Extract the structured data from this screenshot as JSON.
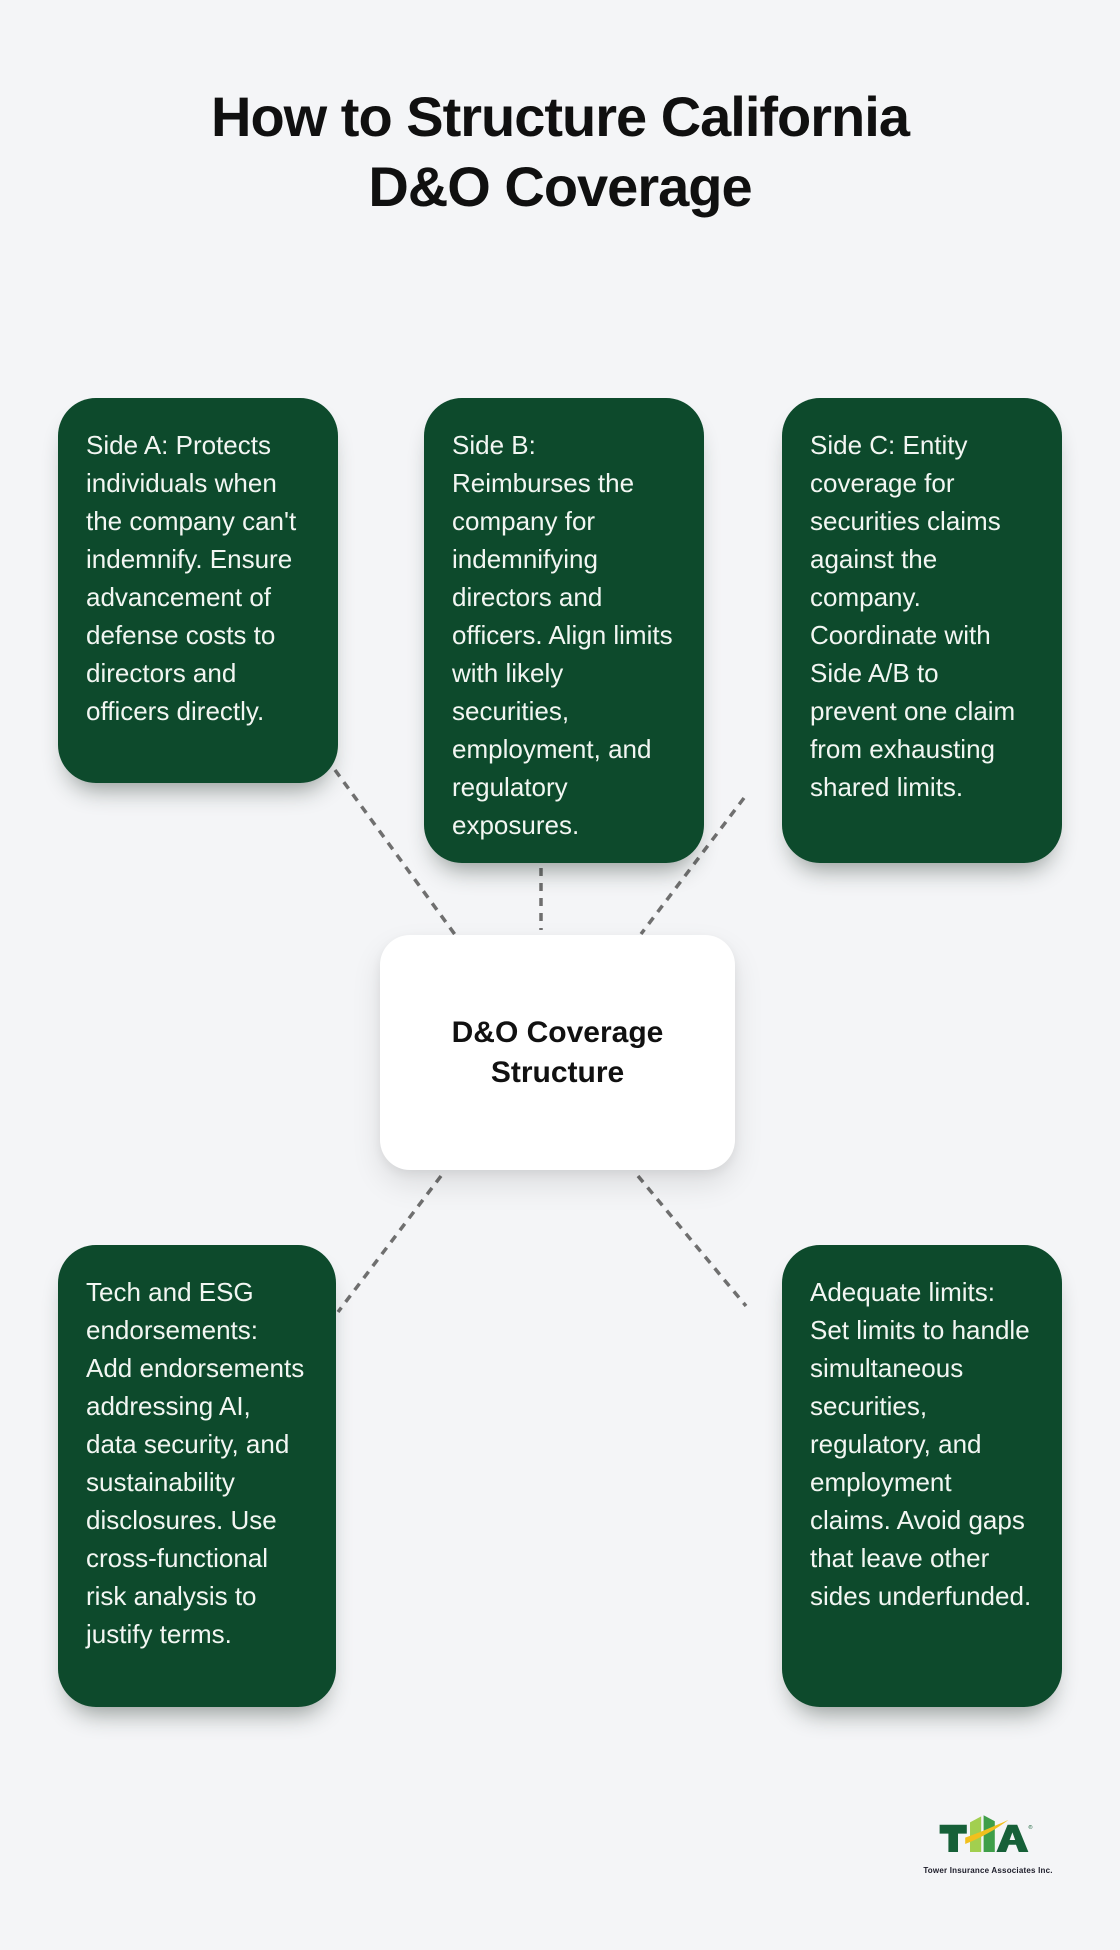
{
  "title": "How to Structure California D&O Coverage",
  "center": {
    "label": "D&O Coverage Structure"
  },
  "nodes": [
    {
      "id": "side-a",
      "text": "Side A: Protects individuals when the company can't indemnify. Ensure advancement of defense costs to directors and officers directly."
    },
    {
      "id": "side-b",
      "text": "Side B: Reimburses the company for indemnifying directors and officers. Align limits with likely securities, employment, and regulatory exposures."
    },
    {
      "id": "side-c",
      "text": "Side C: Entity coverage for securities claims against the company. Coordinate with Side A/B to prevent one claim from exhausting shared limits."
    },
    {
      "id": "tech-esg",
      "text": "Tech and ESG endorsements: Add endorsements addressing AI, data security, and sustainability disclosures. Use cross-functional risk analysis to justify terms."
    },
    {
      "id": "adequate-limits",
      "text": "Adequate limits: Set limits to handle simultaneous securities, regulatory, and employment claims. Avoid gaps that leave other sides underfunded."
    }
  ],
  "logo": {
    "acronym": "TIA",
    "registered": "®",
    "company": "Tower Insurance Associates Inc."
  },
  "colors": {
    "background": "#f4f5f7",
    "node_green": "#0d4a2c",
    "node_text": "#f2f6f2",
    "center_bg": "#ffffff",
    "center_text": "#111111",
    "title_text": "#101010",
    "connector_gray": "#6f6f6f",
    "logo_dark_green": "#166038",
    "logo_light_green": "#a2cf4f",
    "logo_mid_green": "#3f9e49",
    "logo_yellow": "#f2c01d"
  }
}
